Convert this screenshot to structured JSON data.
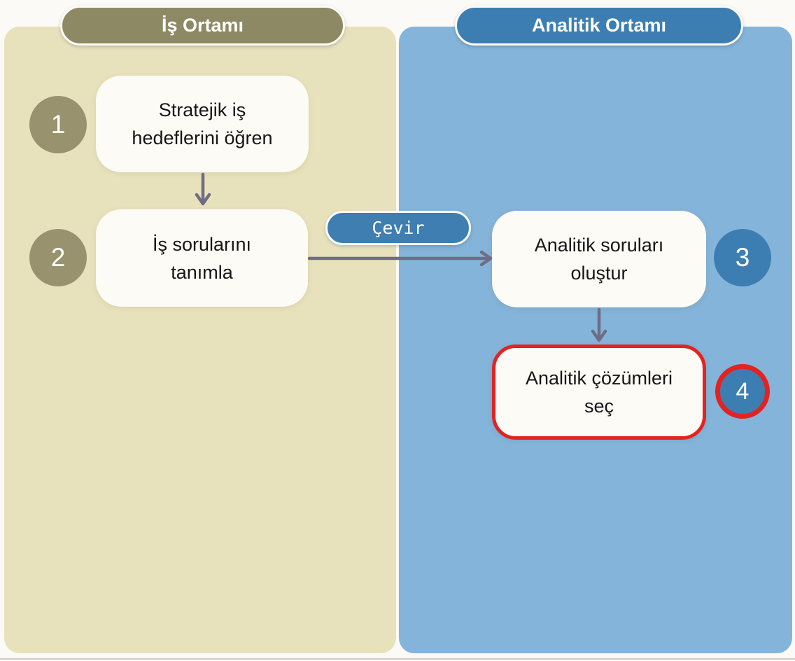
{
  "diagram": {
    "panels": {
      "business": {
        "title": "İş Ortamı"
      },
      "analytics": {
        "title": "Analitik Ortamı"
      }
    },
    "steps": [
      {
        "number": "1",
        "label": "Stratejik iş\nhedeflerini öğren",
        "panel": "business",
        "highlighted": false
      },
      {
        "number": "2",
        "label": "İş sorularını\ntanımla",
        "panel": "business",
        "highlighted": false
      },
      {
        "number": "3",
        "label": "Analitik soruları\noluştur",
        "panel": "analytics",
        "highlighted": false
      },
      {
        "number": "4",
        "label": "Analitik çözümleri\nseç",
        "panel": "analytics",
        "highlighted": true
      }
    ],
    "connector": {
      "label": "Çevir"
    },
    "colors": {
      "business_panel_bg": "#e8e2bc",
      "business_header": "#8d8965",
      "business_circle": "#98936e",
      "analytics_panel_bg": "#84b4d9",
      "analytics_accent": "#3d7eb2",
      "card_bg": "#fdfbf6",
      "card_text": "#161616",
      "arrow": "#6f6d85",
      "highlight_red": "#e32322",
      "header_text": "#ffffff"
    }
  }
}
